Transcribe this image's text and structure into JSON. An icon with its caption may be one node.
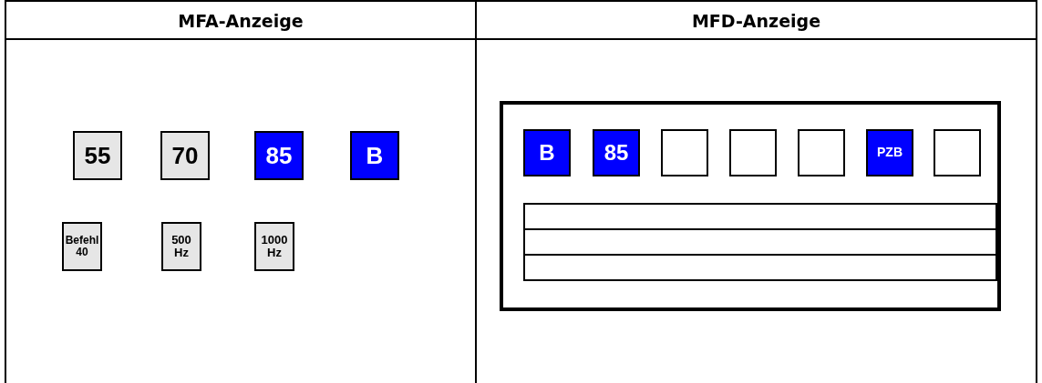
{
  "diagram": {
    "nodes": [
      {
        "text": [
          "55"
        ]
      },
      {
        "text": [
          "70"
        ]
      },
      {
        "text": [
          "85"
        ]
      },
      {
        "text": [
          "B"
        ]
      },
      {
        "text": [
          "Befehl 40"
        ]
      },
      {
        "text": [
          "500 Hz"
        ]
      },
      {
        "text": [
          "1000 Hz"
        ]
      },
      {
        "text": [],
        "shape": "box"
      },
      {
        "text": [
          "B"
        ],
        "in": 7
      },
      {
        "text": [
          "85"
        ],
        "in": 7
      },
      {
        "text": [],
        "shape": "box",
        "in": 7
      },
      {
        "text": [],
        "shape": "box",
        "in": 7
      },
      {
        "text": [],
        "shape": "box",
        "in": 7
      },
      {
        "text": [
          "PZB"
        ],
        "in": 7
      },
      {
        "text": [],
        "shape": "box",
        "in": 7
      },
      {
        "text": [],
        "shape": "bar",
        "in": 7
      },
      {
        "text": [],
        "shape": "bar",
        "in": 7
      },
      {
        "text": [],
        "shape": "bar",
        "in": 7
      }
    ],
    "labels": [
      "MFA-Anzeige",
      "MFD-Anzeige"
    ]
  }
}
